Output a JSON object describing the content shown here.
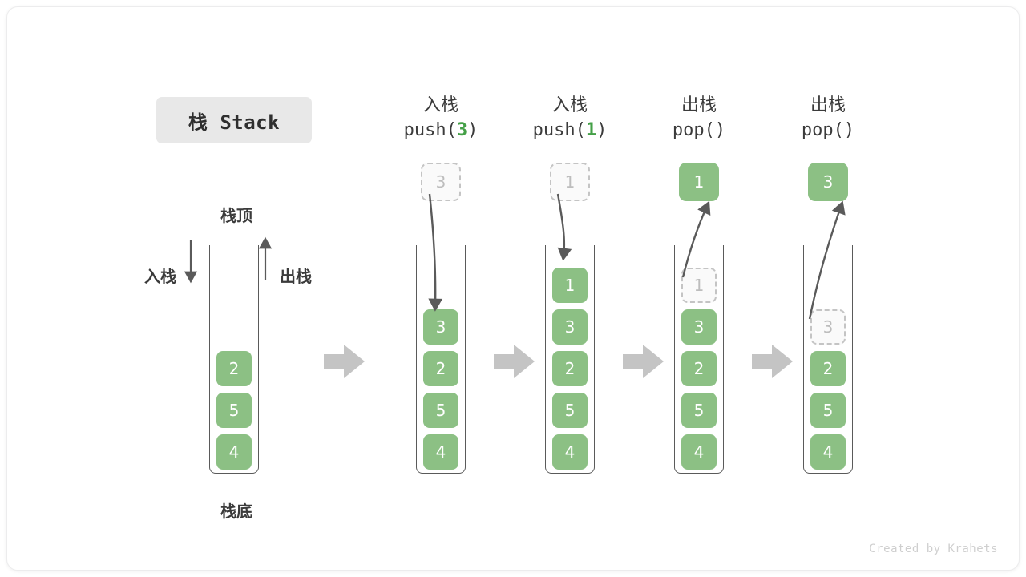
{
  "title_badge": {
    "text": "栈 Stack"
  },
  "footer": {
    "credit": "Created by Krahets"
  },
  "left_stack": {
    "top_label": "栈顶",
    "bottom_label": "栈底",
    "push_label": "入栈",
    "pop_label": "出栈",
    "cells_bottom_to_top": [
      "4",
      "5",
      "2"
    ]
  },
  "colors": {
    "cell_green": "#8cc084",
    "accent_green": "#44a047",
    "stroke_gray": "#5a5a5a",
    "ghost_border": "#c4c4c4",
    "ghost_text": "#bdbdbd",
    "transition_arrow": "#c4c4c4",
    "badge_bg": "#e8e8e8",
    "text_dark": "#3b3b3b"
  },
  "steps": [
    {
      "id": "push-3",
      "header_line1": "入栈",
      "header_prefix": "push(",
      "header_arg": "3",
      "header_suffix": ")",
      "incoming_value": "3",
      "incoming_kind": "ghost",
      "arrow_direction": "down",
      "cells_bottom_to_top": [
        "4",
        "5",
        "2",
        "3"
      ],
      "ghost_index": -1
    },
    {
      "id": "push-1",
      "header_line1": "入栈",
      "header_prefix": "push(",
      "header_arg": "1",
      "header_suffix": ")",
      "incoming_value": "1",
      "incoming_kind": "ghost",
      "arrow_direction": "down",
      "cells_bottom_to_top": [
        "4",
        "5",
        "2",
        "3",
        "1"
      ],
      "ghost_index": -1
    },
    {
      "id": "pop-1",
      "header_line1": "出栈",
      "header_prefix": "pop(",
      "header_arg": "",
      "header_suffix": ")",
      "incoming_value": "1",
      "incoming_kind": "filled",
      "arrow_direction": "up",
      "cells_bottom_to_top": [
        "4",
        "5",
        "2",
        "3",
        "1"
      ],
      "ghost_index": 4
    },
    {
      "id": "pop-3",
      "header_line1": "出栈",
      "header_prefix": "pop(",
      "header_arg": "",
      "header_suffix": ")",
      "incoming_value": "3",
      "incoming_kind": "filled",
      "arrow_direction": "up",
      "cells_bottom_to_top": [
        "4",
        "5",
        "2",
        "3"
      ],
      "ghost_index": 3
    }
  ]
}
